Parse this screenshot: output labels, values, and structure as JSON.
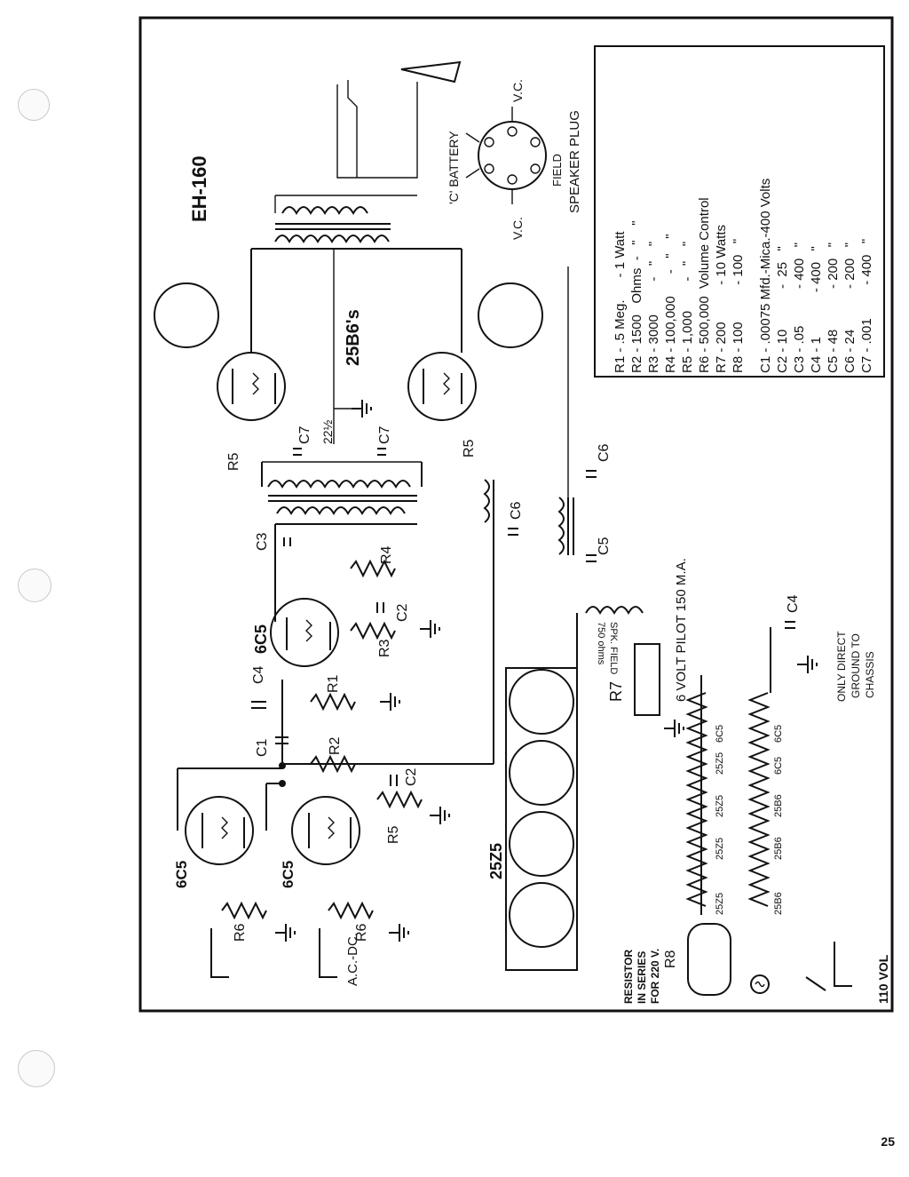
{
  "page_number": "25",
  "model": "EH-160",
  "tubes": {
    "output": "25B6's",
    "driver": "6C5",
    "preamp_left": "6C5",
    "preamp_right": "6C5",
    "rectifier": "25Z5"
  },
  "labels": {
    "c_battery": "'C' BATTERY",
    "vc_top": "V.C.",
    "vc_bottom": "V.C.",
    "field": "FIELD",
    "speaker_plug": "SPEAKER PLUG",
    "pilot": "6 VOLT PILOT 150 M.A.",
    "ground_note": [
      "ONLY DIRECT",
      "GROUND TO",
      "CHASSIS"
    ],
    "resistor_note": [
      "RESISTOR",
      "IN SERIES",
      "FOR 220 V."
    ],
    "line_voltage": "110 VOL",
    "acdc": "A.C.-DC.",
    "spk_field": [
      "SPK. FIELD",
      "750 ohms"
    ],
    "bias": "22½",
    "heater_string_1": [
      "25Z5",
      "25Z5",
      "25Z5",
      "25Z5",
      "6C5"
    ],
    "heater_string_2": [
      "25B6",
      "25B6",
      "25B6",
      "6C5",
      "6C5"
    ]
  },
  "component_labels": {
    "c1": "C1",
    "c2a": "C2",
    "c2b": "C2",
    "c3": "C3",
    "c4a": "C4",
    "c4b": "C4",
    "c5": "C5",
    "c6a": "C6",
    "c6b": "C6",
    "c7a": "C7",
    "c7b": "C7",
    "r1": "R1",
    "r2": "R2",
    "r3": "R3",
    "r4": "R4",
    "r5a": "R5",
    "r5b": "R5",
    "r5c": "R5",
    "r6a": "R6",
    "r6b": "R6",
    "r7": "R7",
    "r8": "R8"
  },
  "parts_list": {
    "resistors": [
      "R1 - .5 Meg.      - 1 Watt",
      "R2 - 1500   Ohms  -   \"    \"",
      "R3 - 3000         -   \"    \"",
      "R4 - 100,000      -   \"    \"",
      "R5 - 1,000        -   \"    \"",
      "R6 - 500,000  Volume Control",
      "R7 - 200          - 10 Watts",
      "R8 - 100          - 100   \""
    ],
    "capacitors": [
      "C1 - .00075 Mfd.-Mica.-400 Volts",
      "C2 - 10           -  25   \"",
      "C3 - .05          - 400   \"",
      "C4 - 1            - 400   \"",
      "C5 - 48           - 200   \"",
      "C6 - 24           - 200   \"",
      "C7 - .001         - 400   \""
    ]
  }
}
